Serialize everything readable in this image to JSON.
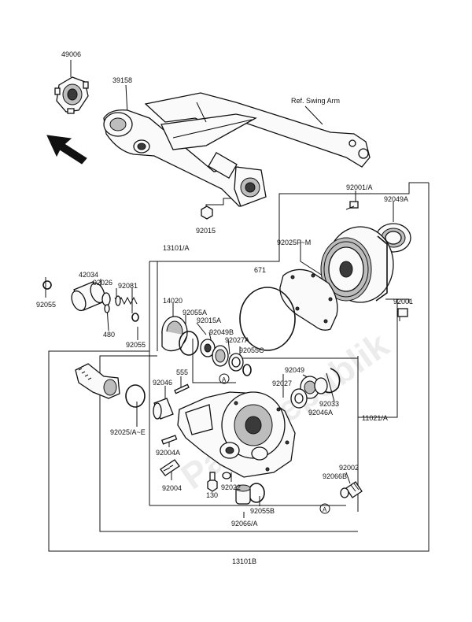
{
  "labels": {
    "p49006": "49006",
    "p39158": "39158",
    "swing_arm": "Ref. Swing Arm",
    "p92015": "92015",
    "p92001a": "92001/A",
    "p92049a": "92049A",
    "p13101a": "13101/A",
    "p92025fm": "92025F~M",
    "p671": "671",
    "p42034": "42034",
    "p92026": "92026",
    "p92081": "92081",
    "p92055_left": "92055",
    "p92001": "92001",
    "p14020": "14020",
    "p92055a": "92055A",
    "p92015a": "92015A",
    "p480": "480",
    "p92055_mid": "92055",
    "p92049b": "92049B",
    "p92027a": "92027A",
    "p92055c": "92055C",
    "p555": "555",
    "marker_a_top": "A",
    "p92049": "92049",
    "p92046": "92046",
    "p92027": "92027",
    "p92033": "92033",
    "p92046a": "92046A",
    "p11021a": "11021/A",
    "p92025ae": "92025/A~E",
    "p92004a": "92004A",
    "p92002": "92002",
    "p92066b": "92066B",
    "p92004": "92004",
    "p130": "130",
    "p92022": "92022",
    "p92055b": "92055B",
    "p92066a": "92066/A",
    "marker_a_bottom": "A",
    "p13101b": "13101B",
    "watermark": "PartsRepublik"
  }
}
